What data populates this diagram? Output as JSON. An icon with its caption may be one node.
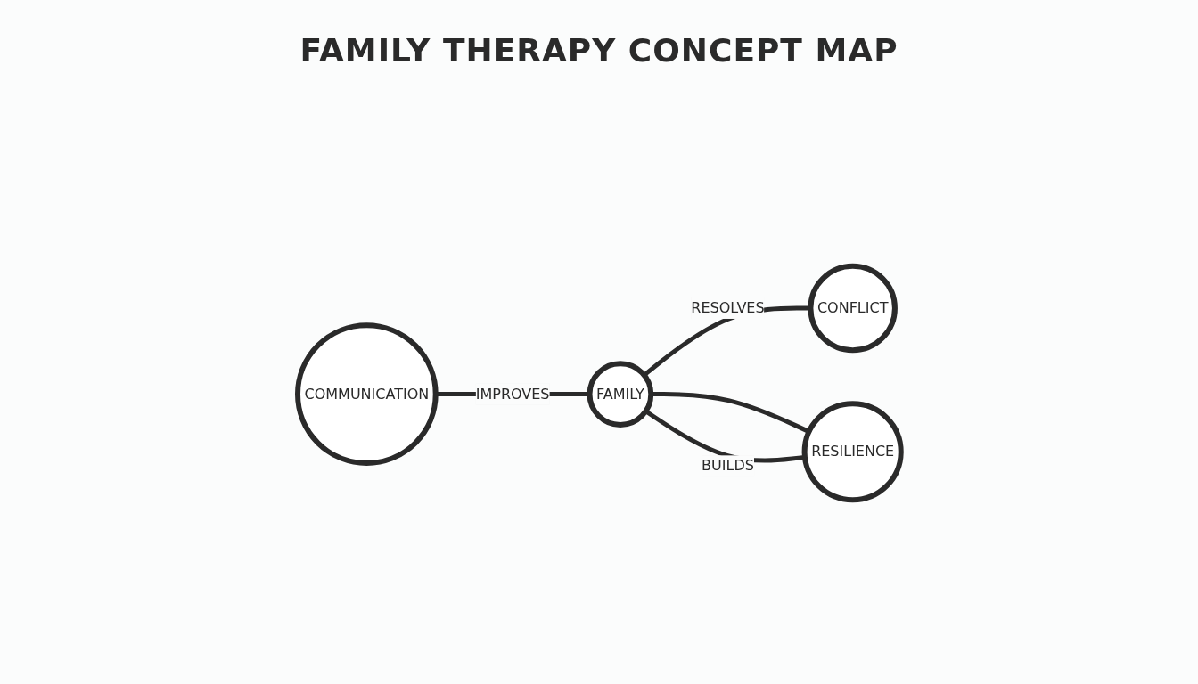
{
  "diagram": {
    "title": "FAMILY THERAPY CONCEPT MAP",
    "nodes": [
      {
        "text": [
          "COMMUNICATION"
        ]
      },
      {
        "text": [
          "FAMILY"
        ]
      },
      {
        "text": [
          "CONFLICT"
        ]
      },
      {
        "text": [
          "RESILIENCE"
        ]
      }
    ],
    "edges": [
      {
        "from": 0,
        "to": 1,
        "arrow": "none",
        "label": "IMPROVES"
      },
      {
        "from": 1,
        "to": 2,
        "arrow": "none",
        "label": "RESOLVES"
      },
      {
        "from": 1,
        "to": 3,
        "arrow": "none"
      },
      {
        "from": 1,
        "to": 3,
        "arrow": "none",
        "label": "BUILDS"
      }
    ]
  }
}
